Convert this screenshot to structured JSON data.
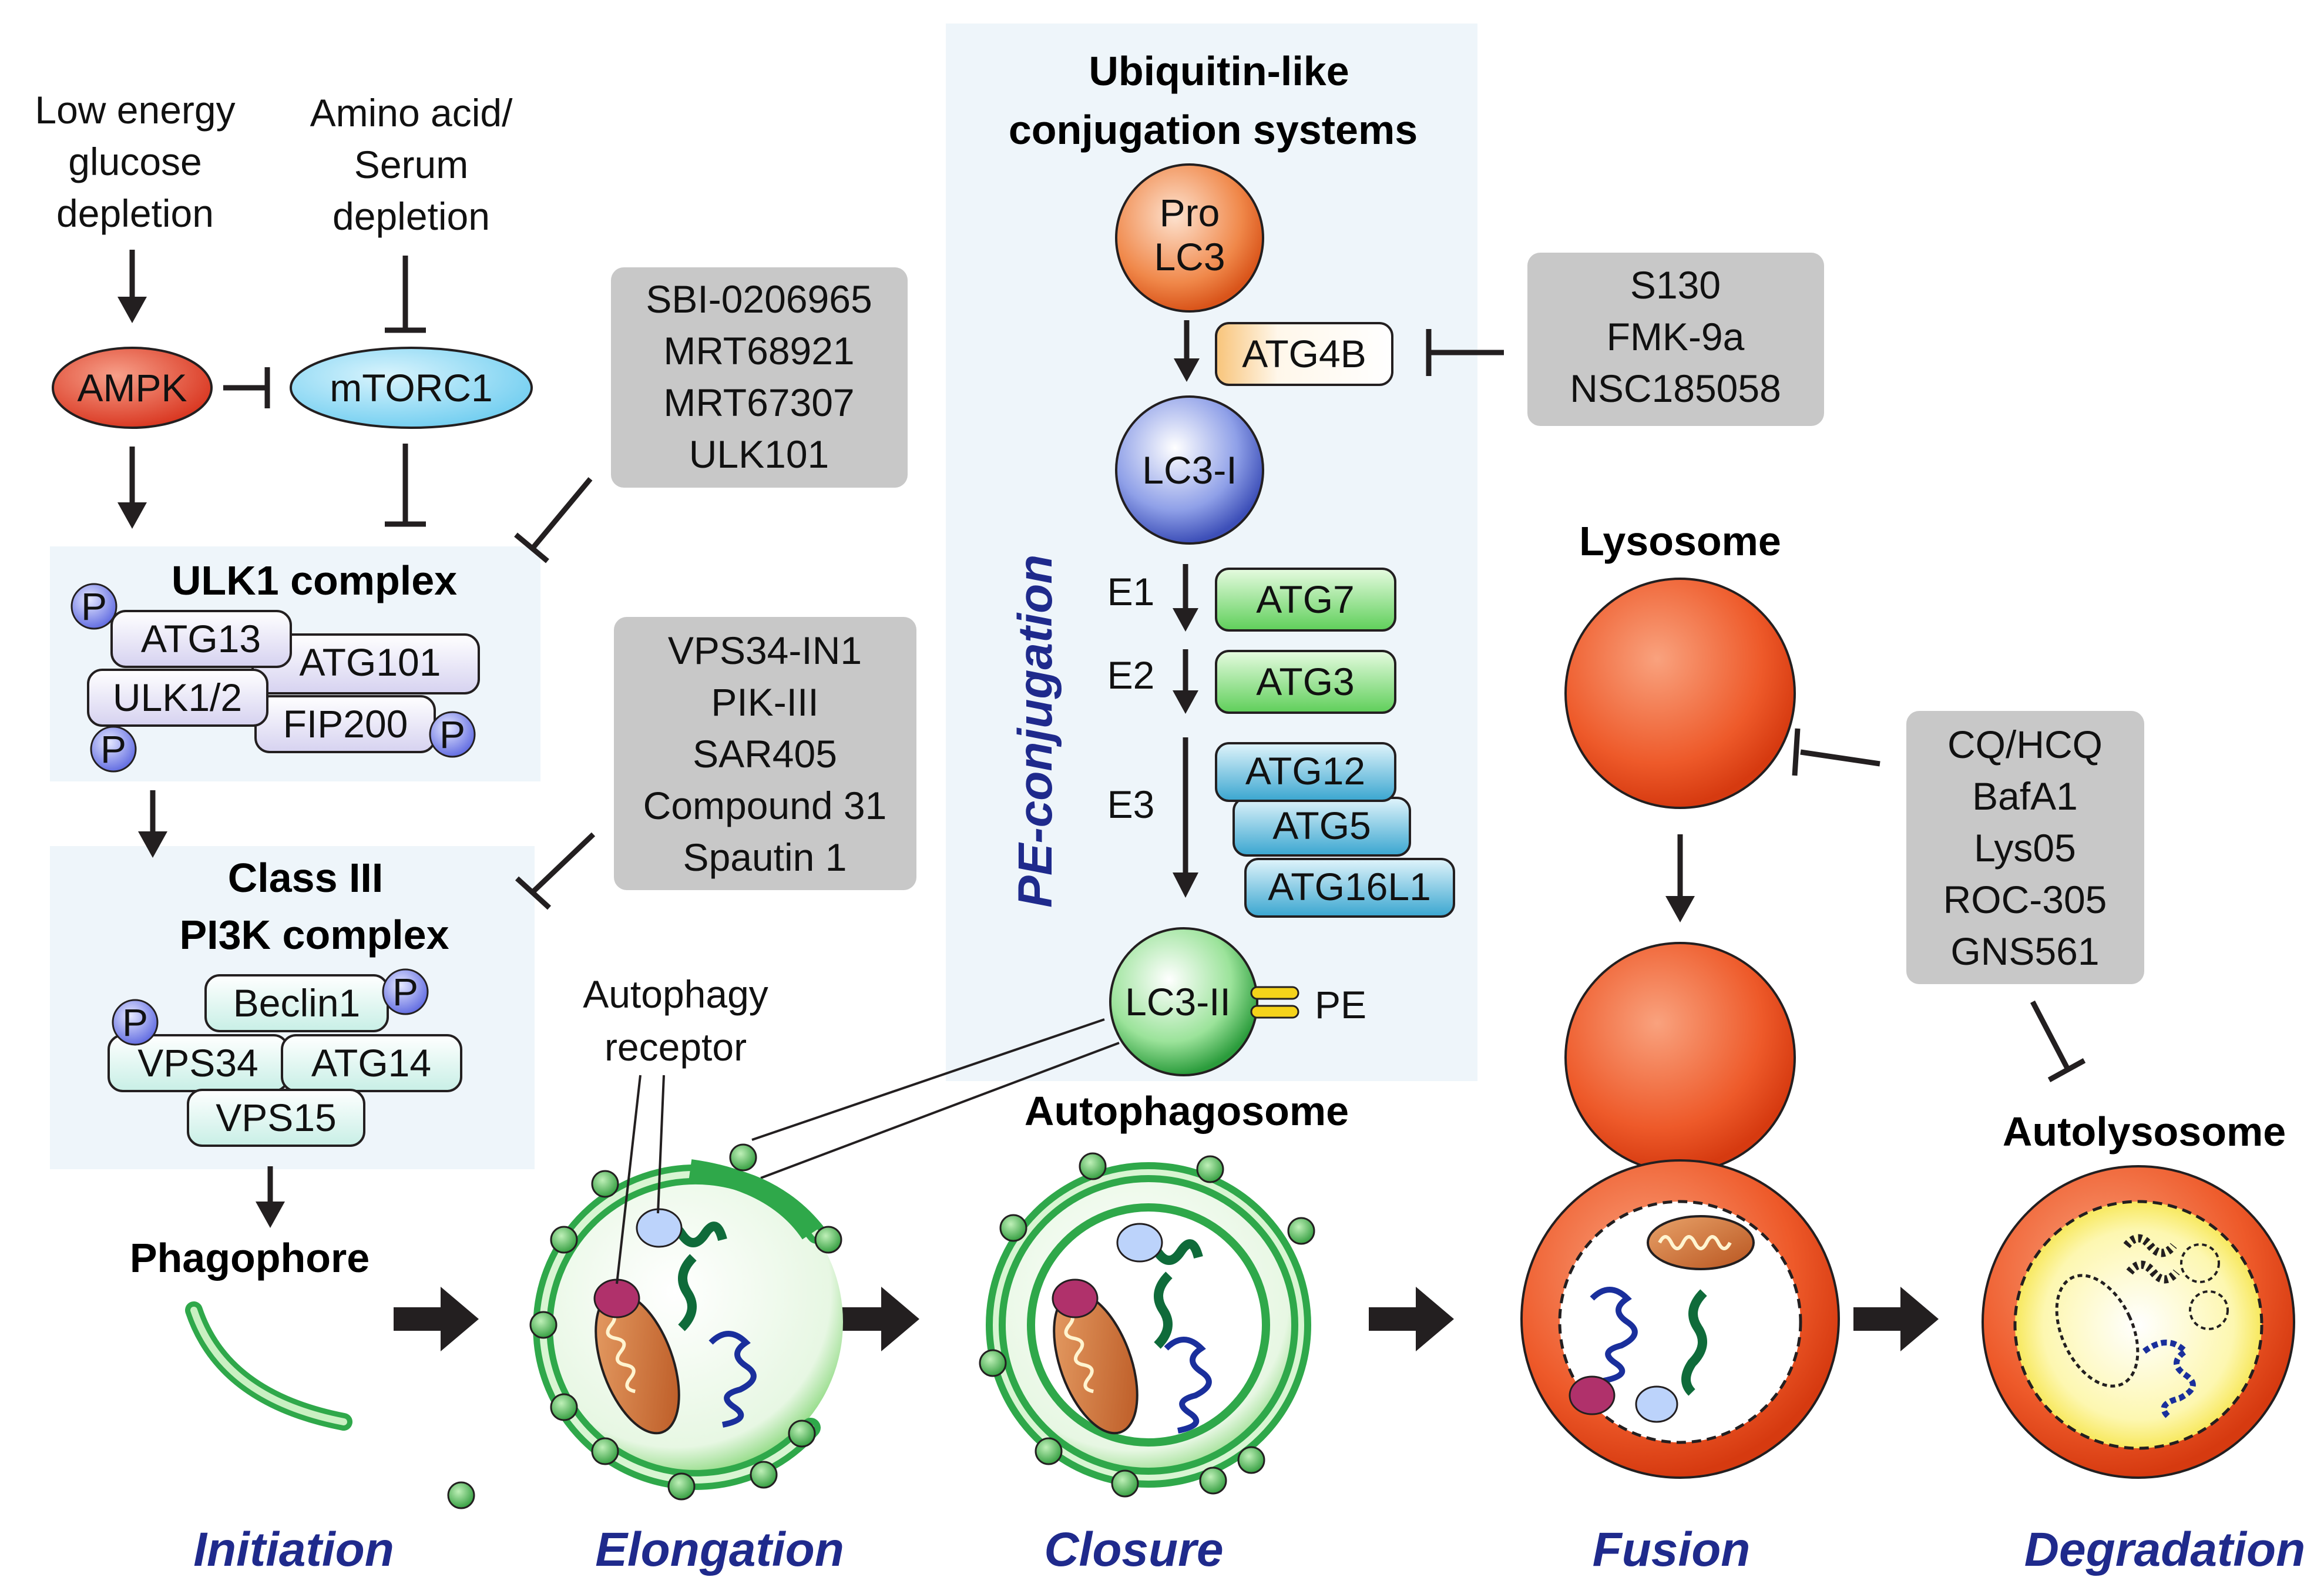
{
  "colors": {
    "arrow": "#231f20",
    "panel_bg": "#eef5fa",
    "inhibitor_box": "#c8c8c8",
    "stage_label": "#1f2a8c",
    "lysosome": "#ec4a1c",
    "lc3_green": "#2fa84a"
  },
  "signals": {
    "low_energy": [
      "Low energy",
      "glucose",
      "depletion"
    ],
    "amino_acid": [
      "Amino acid/",
      "Serum",
      "depletion"
    ]
  },
  "nodes": {
    "ampk": "AMPK",
    "mtorc1": "mTORC1",
    "phospho": "P"
  },
  "ulk1_complex": {
    "title": "ULK1 complex",
    "proteins": [
      "ATG13",
      "ATG101",
      "ULK1/2",
      "FIP200"
    ]
  },
  "pi3k_complex": {
    "title_line1": "Class III",
    "title_line2": "PI3K complex",
    "proteins": [
      "Beclin1",
      "VPS34",
      "ATG14",
      "VPS15"
    ]
  },
  "inhibitors": {
    "ulk1": [
      "SBI-0206965",
      "MRT68921",
      "MRT67307",
      "ULK101"
    ],
    "vps34": [
      "VPS34-IN1",
      "PIK-III",
      "SAR405",
      "Compound 31",
      "Spautin 1"
    ],
    "atg4b": [
      "S130",
      "FMK-9a",
      "NSC185058"
    ],
    "lysosome": [
      "CQ/HCQ",
      "BafA1",
      "Lys05",
      "ROC-305",
      "GNS561"
    ]
  },
  "conjugation": {
    "title_line1": "Ubiquitin-like",
    "title_line2": "conjugation systems",
    "side_label": "PE-conjugation",
    "pro_lc3": [
      "Pro",
      "LC3"
    ],
    "atg4b": "ATG4B",
    "lc3_i": "LC3-I",
    "e1": "E1",
    "atg7": "ATG7",
    "e2": "E2",
    "atg3": "ATG3",
    "e3": "E3",
    "atg12": "ATG12",
    "atg5": "ATG5",
    "atg16l1": "ATG16L1",
    "lc3_ii": "LC3-II",
    "pe": "PE"
  },
  "structures": {
    "phagophore": "Phagophore",
    "receptor": [
      "Autophagy",
      "receptor"
    ],
    "autophagosome": "Autophagosome",
    "lysosome": "Lysosome",
    "autolysosome": "Autolysosome"
  },
  "stages": [
    "Initiation",
    "Elongation",
    "Closure",
    "Fusion",
    "Degradation"
  ]
}
